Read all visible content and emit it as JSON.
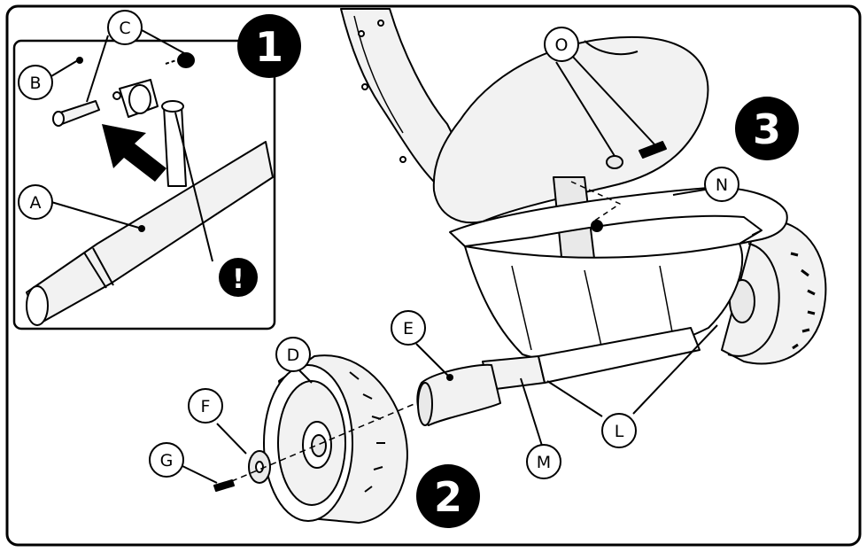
{
  "steps": {
    "one": "1",
    "two": "2",
    "three": "3"
  },
  "warning_symbol": "!",
  "callouts": {
    "A": "A",
    "B": "B",
    "C": "C",
    "D": "D",
    "E": "E",
    "F": "F",
    "G": "G",
    "L": "L",
    "M": "M",
    "N": "N",
    "O": "O"
  },
  "colors": {
    "line": "#000000",
    "fill": "#ffffff",
    "panel_fill": "#f2f2f2",
    "part_fill": "#e9e9e9"
  }
}
